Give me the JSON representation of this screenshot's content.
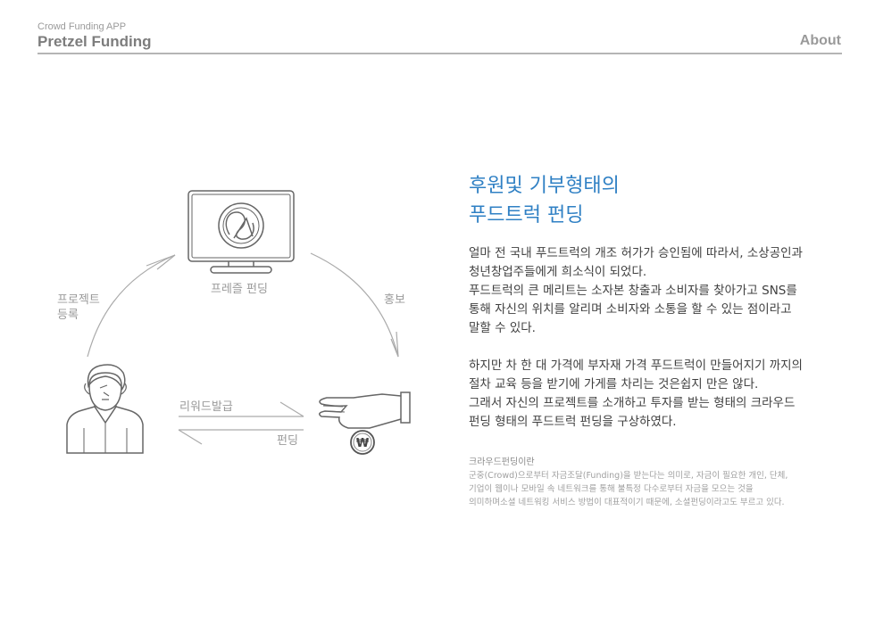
{
  "header": {
    "subtitle": "Crowd Funding APP",
    "title": "Pretzel Funding",
    "about_link": "About"
  },
  "diagram": {
    "monitor_label": "프레즐 펀딩",
    "left_label_line1": "프로젝트",
    "left_label_line2": "등록",
    "right_label": "홍보",
    "reward_label": "리워드발급",
    "funding_label": "펀딩",
    "coin_symbol": "₩"
  },
  "main": {
    "headline_line1": "후원및 기부형태의",
    "headline_line2": "푸드트럭 펀딩",
    "para1": [
      "얼마 전 국내 푸드트럭의 개조 허가가 승인됨에 따라서,  소상공인과",
      "청년창업주들에게 희소식이 되었다.",
      "푸드트럭의 큰 메리트는 소자본 창출과 소비자를 찾아가고 SNS를",
      "통해 자신의 위치를 알리며 소비자와 소통을 할 수 있는 점이라고",
      "말할 수 있다."
    ],
    "para2": [
      "하지만 차 한 대 가격에 부자재 가격 푸드트럭이 만들어지기 까지의",
      "절차 교육 등을 받기에 가게를 차리는 것은쉽지 만은 않다.",
      "그래서 자신의 프로젝트를 소개하고 투자를 받는 형태의 크라우드",
      "펀딩 형태의 푸드트럭 펀딩을 구상하였다."
    ]
  },
  "definition": {
    "heading": "크라우드펀딩이란",
    "lines": [
      "군중(Crowd)으로부터 자금조달(Funding)을 받는다는 의미로, 자금이 필요한 개인, 단체,",
      "기업이 웹이나 모바일 속 네트워크를 통해 불특정 다수로부터 자금을 모으는 것을",
      "의미하며소셜 네트워킹 서비스 방법이 대표적이기 때문에, 소셜펀딩이라고도 부르고 있다."
    ]
  }
}
